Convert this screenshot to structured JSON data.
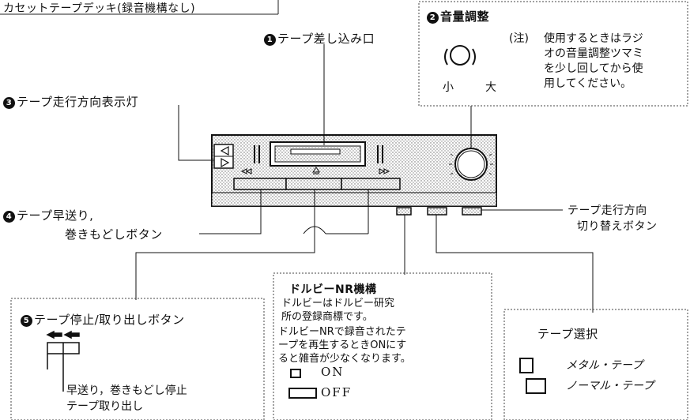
{
  "header": {
    "text": "カセットテープデッキ(録音機構なし)"
  },
  "labels": {
    "slot": {
      "num": "1",
      "text": "テープ差し込み口"
    },
    "volume": {
      "num": "2",
      "title": "音量調整",
      "note_mark": "(注)",
      "note": [
        "使用するときはラジ",
        "オの音量調整ツマミ",
        "を少し回してから使",
        "用してください。"
      ],
      "small": "小",
      "large": "大"
    },
    "direction_lamp": {
      "num": "3",
      "text": "テープ走行方向表示灯"
    },
    "ffrew": {
      "num": "4",
      "line1": "テープ早送り,",
      "line2": "巻きもどしボタン"
    },
    "switch_button": {
      "line1": "テープ走行方向",
      "line2": "切り替えボタン"
    }
  },
  "boxes": {
    "stop_eject": {
      "num": "5",
      "title": "テープ停止/取り出しボタン",
      "item1": "早送り，巻きもどし停止",
      "item2": "テープ取り出し"
    },
    "dolby": {
      "title": "ドルビーNR機構",
      "note": [
        "ドルビーはドルビー研究",
        "所の登録商標です。"
      ],
      "desc": [
        "ドルビーNRで録音されたテ",
        "ープを再生するときONにす",
        "ると雑音が少なくなります。"
      ],
      "on": "ON",
      "off": "OFF"
    },
    "tape_select": {
      "title": "テープ選択",
      "metal": "メタル・テープ",
      "normal": "ノーマル・テープ"
    }
  },
  "icons": [
    "rotate-arrows-icon",
    "volume-knob-icon",
    "eject-icon",
    "rewind-icon",
    "fast-forward-icon",
    "left-arrow-icon"
  ]
}
